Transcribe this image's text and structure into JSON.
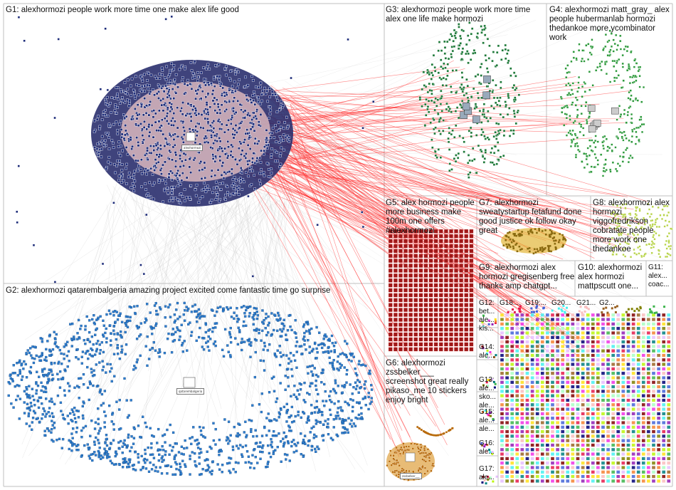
{
  "colors": {
    "g1_fill": "#1b2a78",
    "g1_core": "#f0c7c7",
    "g2_node": "#2f7fd0",
    "g3_node": "#1f7a3a",
    "g4_node": "#2e9a3c",
    "g5_node": "#a01818",
    "g6_node": "#d9901a",
    "g7_node": "#e0b12a",
    "g8_node": "#b8d44a",
    "edge_red": "#ff2020",
    "edge_gray": "#c8c8c8",
    "border": "#bfbfbf"
  },
  "groups": [
    {
      "id": "g1",
      "label": "G1: alexhormozi people work more time one make alex life good"
    },
    {
      "id": "g2",
      "label": "G2: alexhormozi qatarembalgeria amazing project excited come fantastic time go surprise"
    },
    {
      "id": "g3",
      "label": "G3: alexhormozi people work more time alex one life make hormozi"
    },
    {
      "id": "g4",
      "label": "G4: alexhormozi matt_gray_ alex people hubermanlab hormozi thedankoe more ycombinator work"
    },
    {
      "id": "g5",
      "label": "G5: alex hormozi people more business make 100m one offers #alexhormozi"
    },
    {
      "id": "g6",
      "label": "G6: alexhormozi zssbelker___ screenshot great really pikaso_me 10 stickers enjoy bright"
    },
    {
      "id": "g7",
      "label": "G7: alexhormozi sweatystartup fetafund done good justice ok follow okay great"
    },
    {
      "id": "g8",
      "label": "G8: alexhormozi alex hormozi viggofredrikson cobratate people more work one thedankoe"
    },
    {
      "id": "g9",
      "label": "G9: alexhormozi alex hormozi gregisenberg free thanks amp chatgpt..."
    },
    {
      "id": "g10",
      "label": "G10: alexhormozi alex hormozi mattpscutt one..."
    },
    {
      "id": "g11",
      "label": "G11: alex... coac..."
    },
    {
      "id": "g12",
      "label": "G12: bet... ale... kis..."
    },
    {
      "id": "g13",
      "label": "G13: ale... sko... ale..."
    },
    {
      "id": "g14",
      "label": "G14: ale..."
    },
    {
      "id": "g15",
      "label": "G15: ale... ale..."
    },
    {
      "id": "g16",
      "label": "G16: ale..."
    },
    {
      "id": "g17",
      "label": "G17: ale..."
    },
    {
      "id": "g18",
      "label": "G18:..."
    },
    {
      "id": "g19",
      "label": "G19:..."
    },
    {
      "id": "g20",
      "label": "G20..."
    },
    {
      "id": "g21",
      "label": "G21..."
    },
    {
      "id": "g22",
      "label": "G2..."
    }
  ],
  "hub_labels": {
    "g1": "alexhormozi",
    "g2": "qatarembalgeria",
    "g6": "zssbelker___"
  }
}
